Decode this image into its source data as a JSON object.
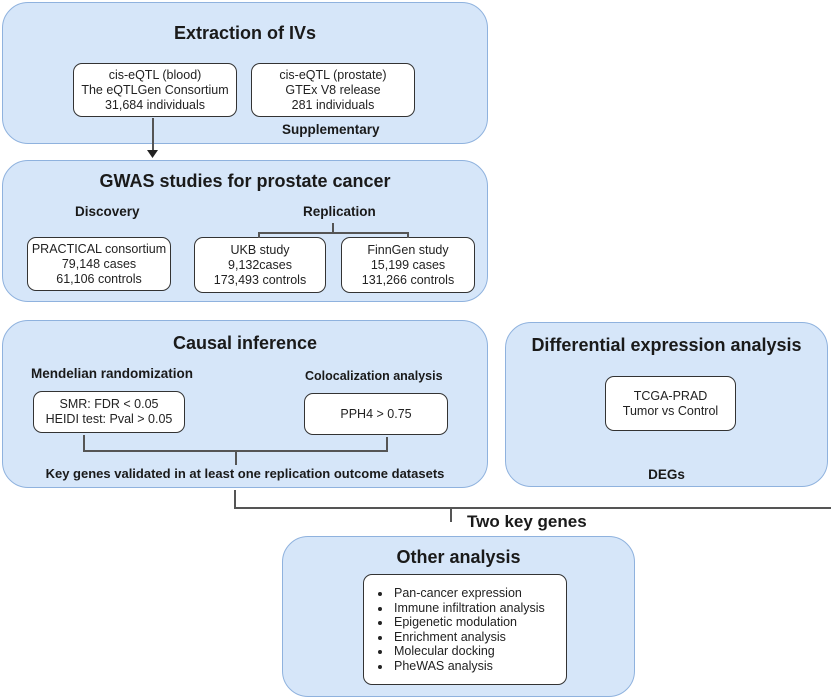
{
  "extraction": {
    "title": "Extraction of IVs",
    "blood_box": [
      "cis-eQTL (blood)",
      "The eQTLGen Consortium",
      "31,684 individuals"
    ],
    "prostate_box": [
      "cis-eQTL (prostate)",
      "GTEx V8 release",
      "281 individuals"
    ],
    "supplementary_label": "Supplementary"
  },
  "gwas": {
    "title": "GWAS studies for prostate cancer",
    "discovery_label": "Discovery",
    "replication_label": "Replication",
    "practical_box": [
      "PRACTICAL consortium",
      "79,148 cases",
      "61,106 controls"
    ],
    "ukb_box": [
      "UKB study",
      "9,132cases",
      "173,493 controls"
    ],
    "finngen_box": [
      "FinnGen study",
      "15,199 cases",
      "131,266 controls"
    ]
  },
  "causal": {
    "title": "Causal inference",
    "mr_label": "Mendelian randomization",
    "coloc_label": "Colocalization analysis",
    "mr_box": [
      "SMR: FDR < 0.05",
      "HEIDI test: Pval > 0.05"
    ],
    "coloc_box": [
      "PPH4 > 0.75"
    ],
    "footer": "Key genes validated in at least one replication outcome datasets"
  },
  "dea": {
    "title": "Differential expression analysis",
    "box": [
      "TCGA-PRAD",
      "Tumor vs Control"
    ],
    "footer": "DEGs"
  },
  "merge_label": "Two key genes",
  "other": {
    "title": "Other analysis",
    "items": [
      "Pan-cancer expression",
      "Immune infiltration analysis",
      "Epigenetic modulation",
      "Enrichment analysis",
      "Molecular docking",
      "PheWAS analysis"
    ]
  },
  "colors": {
    "panel_fill": "#d6e6f9",
    "panel_border": "#8fb2de",
    "box_fill": "#ffffff",
    "line": "#555555"
  }
}
